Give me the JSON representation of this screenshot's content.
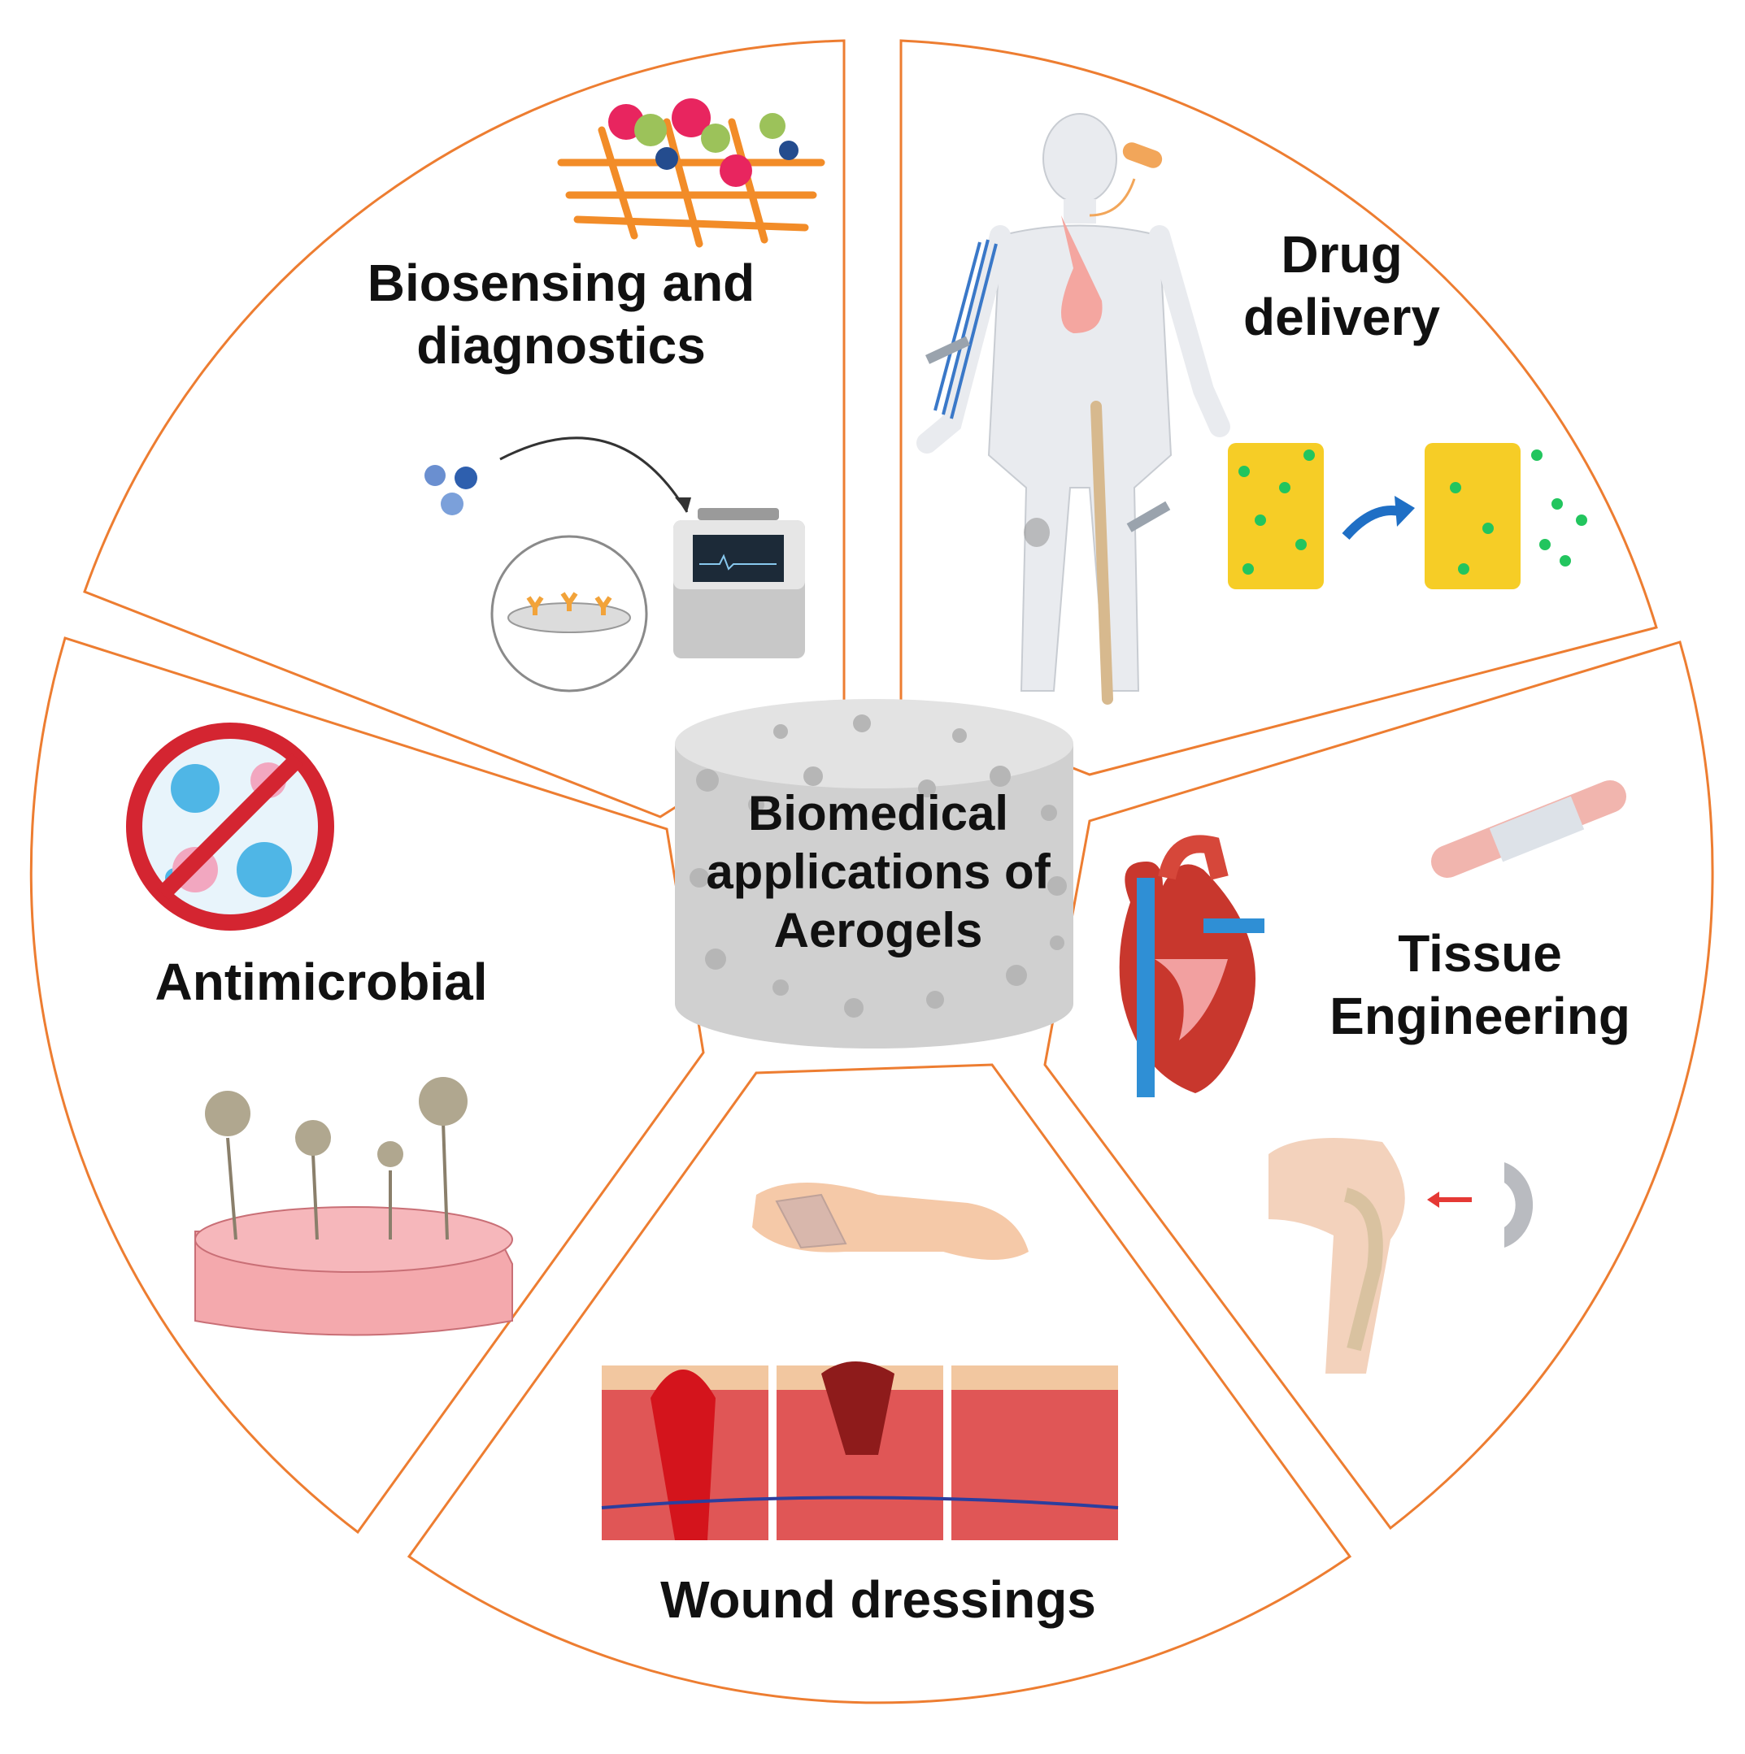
{
  "center": {
    "line1": "Biomedical",
    "line2": "applications of",
    "line3": "Aerogels"
  },
  "segments": {
    "biosensing": {
      "line1": "Biosensing and",
      "line2": "diagnostics"
    },
    "drug": {
      "line1": "Drug",
      "line2": "delivery"
    },
    "tissue": {
      "line1": "Tissue",
      "line2": "Engineering"
    },
    "wound": {
      "line1": "Wound dressings"
    },
    "antimicrobial": {
      "line1": "Antimicrobial"
    }
  },
  "colors": {
    "divider": "#ED7D31",
    "text": "#111111",
    "aerogel": "#D3D3D3"
  }
}
